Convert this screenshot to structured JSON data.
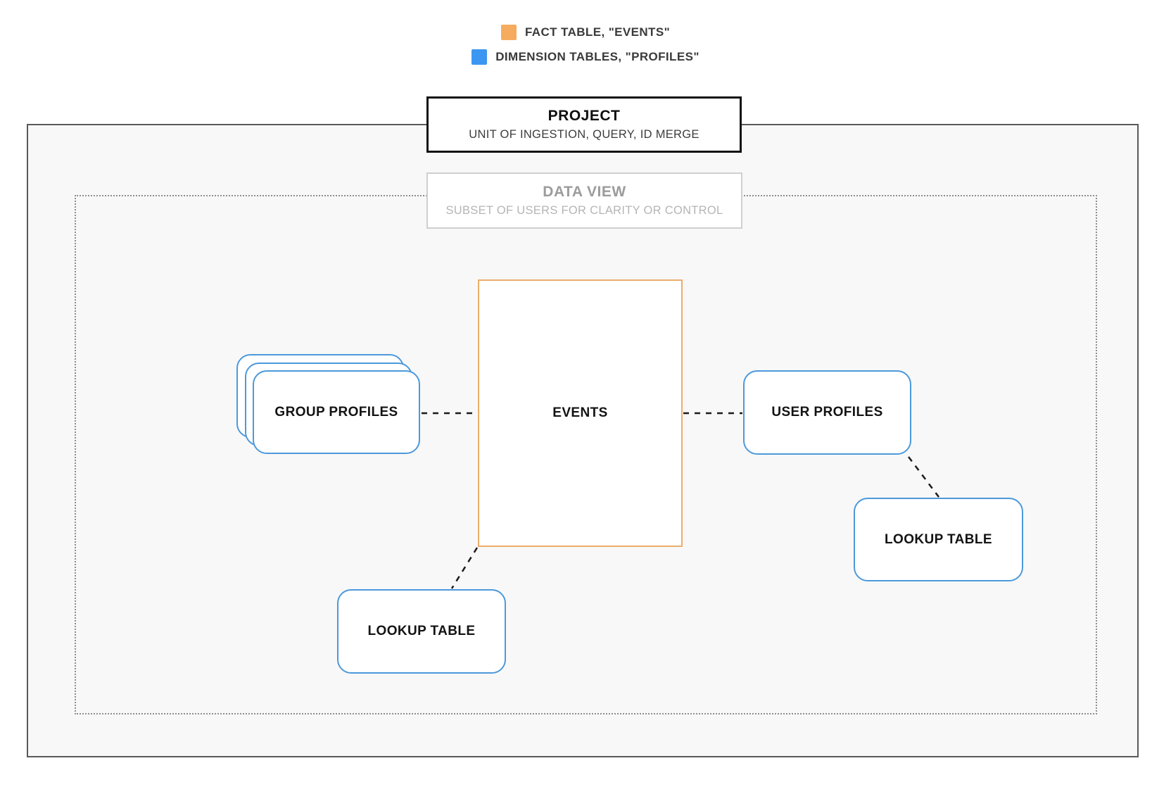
{
  "legend": {
    "items": [
      {
        "id": "fact",
        "label": "FACT TABLE, \"EVENTS\"",
        "swatch_color": "#F5AC5F"
      },
      {
        "id": "dimension",
        "label": "DIMENSION TABLES, \"PROFILES\"",
        "swatch_color": "#3B97F0"
      }
    ]
  },
  "project_box": {
    "title": "PROJECT",
    "subtitle": "UNIT OF INGESTION, QUERY, ID MERGE"
  },
  "data_view_box": {
    "title": "DATA VIEW",
    "subtitle": "SUBSET OF USERS FOR CLARITY OR CONTROL"
  },
  "nodes": {
    "events": {
      "label": "EVENTS",
      "type": "fact"
    },
    "group_profiles": {
      "label": "GROUP PROFILES",
      "type": "dimension"
    },
    "user_profiles": {
      "label": "USER PROFILES",
      "type": "dimension"
    },
    "lookup_right": {
      "label": "LOOKUP TABLE",
      "type": "dimension"
    },
    "lookup_bottom": {
      "label": "LOOKUP TABLE",
      "type": "dimension"
    }
  },
  "edges": [
    {
      "from": "group_profiles",
      "to": "events",
      "style": "dashed"
    },
    {
      "from": "events",
      "to": "user_profiles",
      "style": "dashed"
    },
    {
      "from": "user_profiles",
      "to": "lookup_right",
      "style": "dashed"
    },
    {
      "from": "events",
      "to": "lookup_bottom",
      "style": "dashed"
    }
  ],
  "colors": {
    "fact_swatch": "#F5AC5F",
    "fact_border": "#EBAE6C",
    "dimension_swatch": "#3B97F0",
    "dimension_border": "#4C99DB",
    "canvas_bg": "#F8F8F8",
    "outer_border": "#59595B",
    "dotted_border": "#8E8E8E",
    "muted_title": "#9C9C9C",
    "muted_subtitle": "#B5B5B5",
    "edge_color": "#1B1B1B"
  }
}
